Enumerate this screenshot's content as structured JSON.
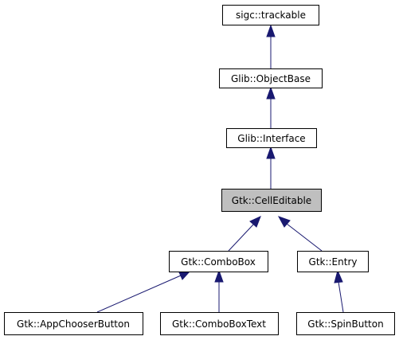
{
  "nodes": {
    "trackable": {
      "label": "sigc::trackable"
    },
    "objectbase": {
      "label": "Glib::ObjectBase"
    },
    "interface": {
      "label": "Glib::Interface"
    },
    "celleditable": {
      "label": "Gtk::CellEditable"
    },
    "combobox": {
      "label": "Gtk::ComboBox"
    },
    "entry": {
      "label": "Gtk::Entry"
    },
    "appchooser": {
      "label": "Gtk::AppChooserButton"
    },
    "comboboxtext": {
      "label": "Gtk::ComboBoxText"
    },
    "spinbutton": {
      "label": "Gtk::SpinButton"
    }
  },
  "highlighted_node": "celleditable",
  "colors": {
    "edge": "#191970",
    "highlight_fill": "#bfbfbf",
    "node_fill": "#ffffff",
    "node_border": "#000000"
  }
}
